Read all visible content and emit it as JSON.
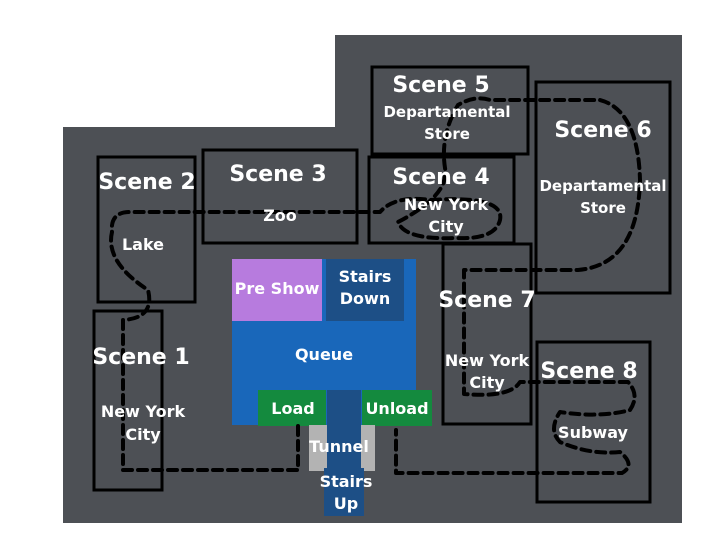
{
  "colors": {
    "floor": "#4d5055",
    "preshow": "#b77bde",
    "stairs_down": "#1d4f86",
    "queue": "#1967ba",
    "load": "#148a3e",
    "unload": "#148a3e",
    "tunnel": "#1d4f86",
    "tunnel_wall": "#b3b3b3",
    "stairs_up": "#1d4f86"
  },
  "scenes": {
    "s1": {
      "title": "Scene 1",
      "line1": "New York",
      "line2": "City"
    },
    "s2": {
      "title": "Scene 2",
      "line1": "Lake"
    },
    "s3": {
      "title": "Scene 3",
      "line1": "Zoo"
    },
    "s4": {
      "title": "Scene 4",
      "line1": "New York",
      "line2": "City"
    },
    "s5": {
      "title": "Scene 5",
      "line1": "Departamental",
      "line2": "Store"
    },
    "s6": {
      "title": "Scene 6",
      "line1": "Departamental",
      "line2": "Store"
    },
    "s7": {
      "title": "Scene 7",
      "line1": "New York",
      "line2": "City"
    },
    "s8": {
      "title": "Scene 8",
      "line1": "Subway"
    }
  },
  "areas": {
    "preshow": "Pre Show",
    "stairs_down_1": "Stairs",
    "stairs_down_2": "Down",
    "queue": "Queue",
    "load": "Load",
    "unload": "Unload",
    "tunnel": "Tunnel",
    "stairs_up_1": "Stairs",
    "stairs_up_2": "Up"
  }
}
